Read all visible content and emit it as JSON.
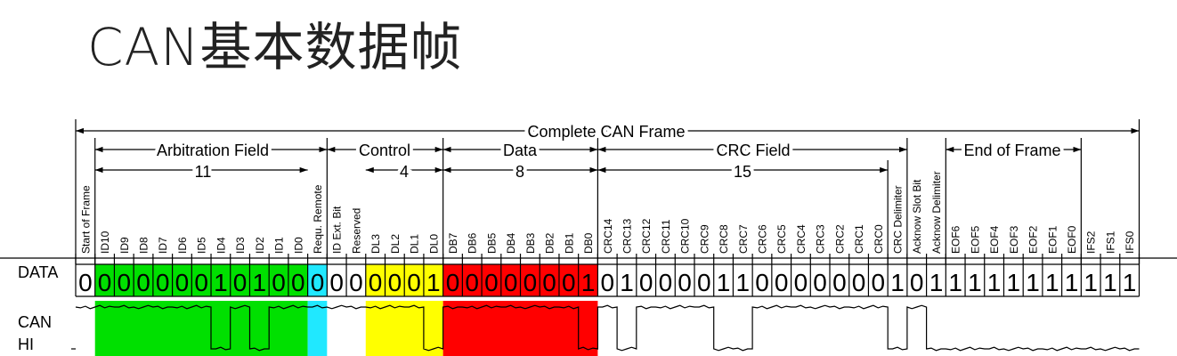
{
  "title": "CAN基本数据帧",
  "row_labels": {
    "data": "DATA",
    "can_hi_1": "CAN",
    "can_hi_2": "HI"
  },
  "frame": {
    "complete": "Complete CAN Frame",
    "fields": [
      {
        "name": "Arbitration Field",
        "count": "11",
        "count_span": "ID10-ID0"
      },
      {
        "name": "Control",
        "count": "4",
        "count_span": "DL3-DL0"
      },
      {
        "name": "Data",
        "count": "8",
        "count_span": "DB7-DB0"
      },
      {
        "name": "CRC Field",
        "count": "15",
        "count_span": "CRC14-CRC0"
      },
      {
        "name": "End of Frame",
        "count": "",
        "count_span": ""
      }
    ]
  },
  "colors": {
    "arbitration": "#00e000",
    "remote": "#20e8ff",
    "control": "#ffff00",
    "data": "#ff0000"
  },
  "bits": [
    {
      "name": "Start of Frame",
      "value": "0"
    },
    {
      "name": "ID10",
      "value": "0"
    },
    {
      "name": "ID9",
      "value": "0"
    },
    {
      "name": "ID8",
      "value": "0"
    },
    {
      "name": "ID7",
      "value": "0"
    },
    {
      "name": "ID6",
      "value": "0"
    },
    {
      "name": "ID5",
      "value": "0"
    },
    {
      "name": "ID4",
      "value": "1"
    },
    {
      "name": "ID3",
      "value": "0"
    },
    {
      "name": "ID2",
      "value": "1"
    },
    {
      "name": "ID1",
      "value": "0"
    },
    {
      "name": "ID0",
      "value": "0"
    },
    {
      "name": "Requ. Remote",
      "value": "0"
    },
    {
      "name": "ID Ext. Bit",
      "value": "0"
    },
    {
      "name": "Reserved",
      "value": "0"
    },
    {
      "name": "DL3",
      "value": "0"
    },
    {
      "name": "DL2",
      "value": "0"
    },
    {
      "name": "DL1",
      "value": "0"
    },
    {
      "name": "DL0",
      "value": "1"
    },
    {
      "name": "DB7",
      "value": "0"
    },
    {
      "name": "DB6",
      "value": "0"
    },
    {
      "name": "DB5",
      "value": "0"
    },
    {
      "name": "DB4",
      "value": "0"
    },
    {
      "name": "DB3",
      "value": "0"
    },
    {
      "name": "DB2",
      "value": "0"
    },
    {
      "name": "DB1",
      "value": "0"
    },
    {
      "name": "DB0",
      "value": "1"
    },
    {
      "name": "CRC14",
      "value": "0"
    },
    {
      "name": "CRC13",
      "value": "1"
    },
    {
      "name": "CRC12",
      "value": "0"
    },
    {
      "name": "CRC11",
      "value": "0"
    },
    {
      "name": "CRC10",
      "value": "0"
    },
    {
      "name": "CRC9",
      "value": "0"
    },
    {
      "name": "CRC8",
      "value": "1"
    },
    {
      "name": "CRC7",
      "value": "1"
    },
    {
      "name": "CRC6",
      "value": "0"
    },
    {
      "name": "CRC5",
      "value": "0"
    },
    {
      "name": "CRC4",
      "value": "0"
    },
    {
      "name": "CRC3",
      "value": "0"
    },
    {
      "name": "CRC2",
      "value": "0"
    },
    {
      "name": "CRC1",
      "value": "0"
    },
    {
      "name": "CRC0",
      "value": "0"
    },
    {
      "name": "CRC Delimiter",
      "value": "1"
    },
    {
      "name": "Acknow Slot Bit",
      "value": "0"
    },
    {
      "name": "Acknow Delimiter",
      "value": "1"
    },
    {
      "name": "EOF6",
      "value": "1"
    },
    {
      "name": "EOF5",
      "value": "1"
    },
    {
      "name": "EOF4",
      "value": "1"
    },
    {
      "name": "EOF3",
      "value": "1"
    },
    {
      "name": "EOF2",
      "value": "1"
    },
    {
      "name": "EOF1",
      "value": "1"
    },
    {
      "name": "EOF0",
      "value": "1"
    },
    {
      "name": "IFS2",
      "value": "1"
    },
    {
      "name": "IFS1",
      "value": "1"
    },
    {
      "name": "IFS0",
      "value": "1"
    }
  ]
}
